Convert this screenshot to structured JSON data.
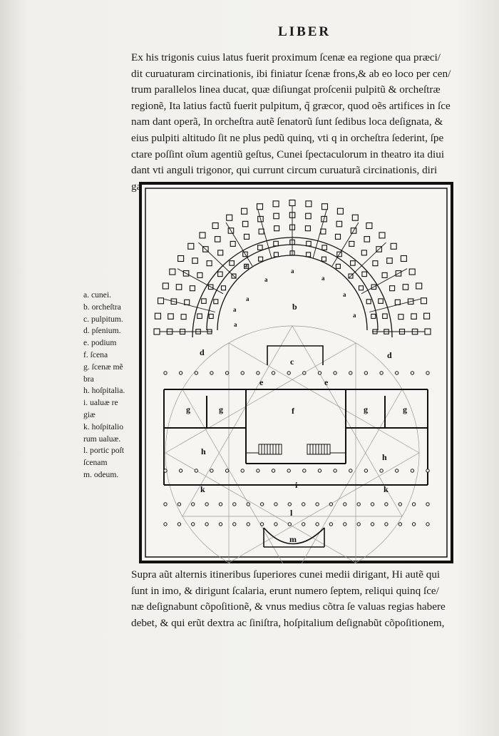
{
  "header": {
    "title": "LIBER"
  },
  "paragraph_top": [
    "Ex his trigonis cuius latus fuerit proximum ſcenæ ea regione qua præci/",
    "dit curuaturam circinationis, ibi finiatur ſcenæ frons,& ab eo loco per cen/",
    "trum parallelos linea ducat, quæ diſiungat proſcenii pulpitũ & orcheſtræ",
    "regionẽ, Ita latius factũ fuerit pulpitum, q̃ græcor, quod oẽs artifices in ſce",
    "nam dant operã, In orcheſtra autẽ ſenatorũ ſunt ſedibus loca deſignata, &",
    "eius pulpiti altitudo ſit ne plus pedũ quinq, vti q in orcheſtra ſederint, ſpe",
    "ctare poſſint oĩum agentiũ geſtus, Cunei ſpectaculorum in theatro ita diui",
    "dant vti anguli trigonor, qui currunt circum curuaturã circinationis, diri",
    "gant aſcenſus ſcalaſq; inter cuneos ad primam præcinctionem."
  ],
  "legend": [
    "a. cunei.",
    "b. orcheſtra",
    "c. pulpitum.",
    "d. pſenium.",
    "e. podium",
    "f. ſcena",
    "g. ſcenæ mẽ",
    "bra",
    "h. hoſpitalia.",
    "i. ualuæ re",
    "giæ",
    "k. hoſpitalio",
    "rum ualuæ.",
    "l. portic poſt",
    "ſcenam",
    "m. odeum."
  ],
  "figure_labels": {
    "a": "a",
    "b": "b",
    "c": "c",
    "d": "d",
    "e": "e",
    "f": "f",
    "g": "g",
    "h": "h",
    "i": "i",
    "k": "k",
    "l": "l",
    "m": "m"
  },
  "paragraph_bottom": [
    "Supra aũt alternis itineribus ſuperiores cunei medii dirigant, Hi autẽ qui",
    "ſunt in imo, & dirigunt ſcalaria, erunt numero ſeptem, reliqui quinq ſce/",
    "næ deſignabunt cõpoſitionẽ, & vnus medius cõtra ſe valuas regias habere",
    "debet, & qui erũt dextra ac ſiniſtra, hoſpitalium deſignabũt cõpoſitionem,"
  ]
}
